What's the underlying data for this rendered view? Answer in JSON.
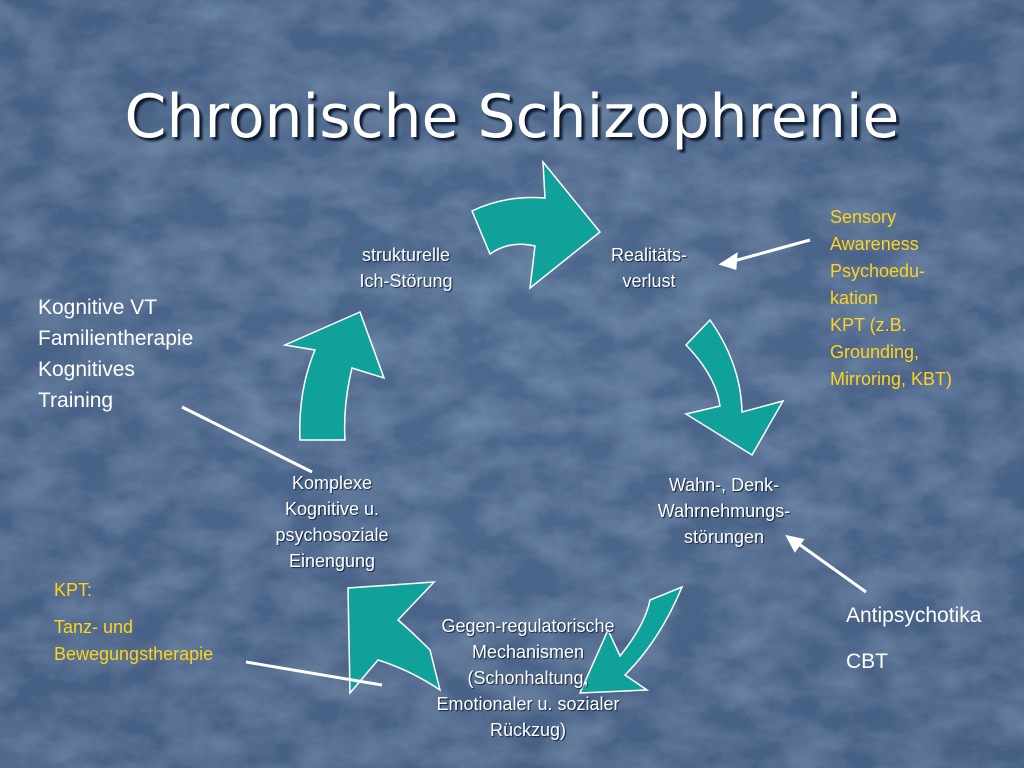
{
  "title": "Chronische Schizophrenie",
  "cycle": {
    "nodes": [
      {
        "id": "realitaetsverlust",
        "lines": [
          "Realitäts-",
          "verlust"
        ]
      },
      {
        "id": "wahn",
        "lines": [
          "Wahn-, Denk-",
          "Wahrnehmungs-",
          "störungen"
        ]
      },
      {
        "id": "gegenregulation",
        "lines": [
          "Gegen-regulatorische",
          "Mechanismen",
          "(Schonhaltung,",
          "Emotionaler u. sozialer",
          "Rückzug)"
        ]
      },
      {
        "id": "einengung",
        "lines": [
          "Komplexe",
          "Kognitive u.",
          "psychosoziale",
          "Einengung"
        ]
      },
      {
        "id": "ich-stoerung",
        "lines": [
          "strukturelle",
          "Ich-Störung"
        ]
      }
    ]
  },
  "annotations": {
    "sensory": {
      "lines": [
        "Sensory",
        "Awareness",
        "Psychoedu-",
        "kation",
        "KPT (z.B.",
        "Grounding,",
        "Mirroring, KBT)"
      ]
    },
    "kognitive": {
      "lines": [
        "Kognitive VT",
        "Familientherapie",
        "Kognitives",
        "Training"
      ]
    },
    "antipsychotika": {
      "lines": [
        "Antipsychotika",
        "CBT"
      ]
    },
    "kpt": {
      "lines": [
        "KPT:",
        "Tanz- und",
        "Bewegungstherapie"
      ]
    }
  },
  "colors": {
    "background": "#4a6389",
    "arrow_fill": "#10a19a",
    "arrow_stroke": "#ffffff",
    "title": "#ffffff",
    "annotation_yellow": "#ffd21e",
    "pointer_line": "#ffffff"
  }
}
